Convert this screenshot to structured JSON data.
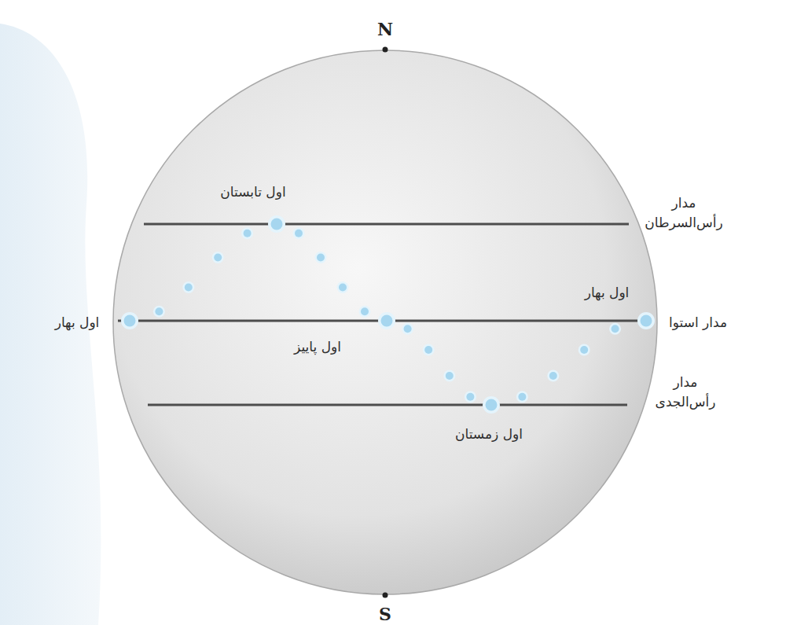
{
  "diagram": {
    "labels": [
      "N",
      "اول تابستان",
      "مدار رأس‌السرطان",
      "اول بهار",
      "اول بهار",
      "مدار استوا",
      "اول پاییز",
      "اول زمستان",
      "مدار رأس‌الجدی",
      "S"
    ]
  }
}
